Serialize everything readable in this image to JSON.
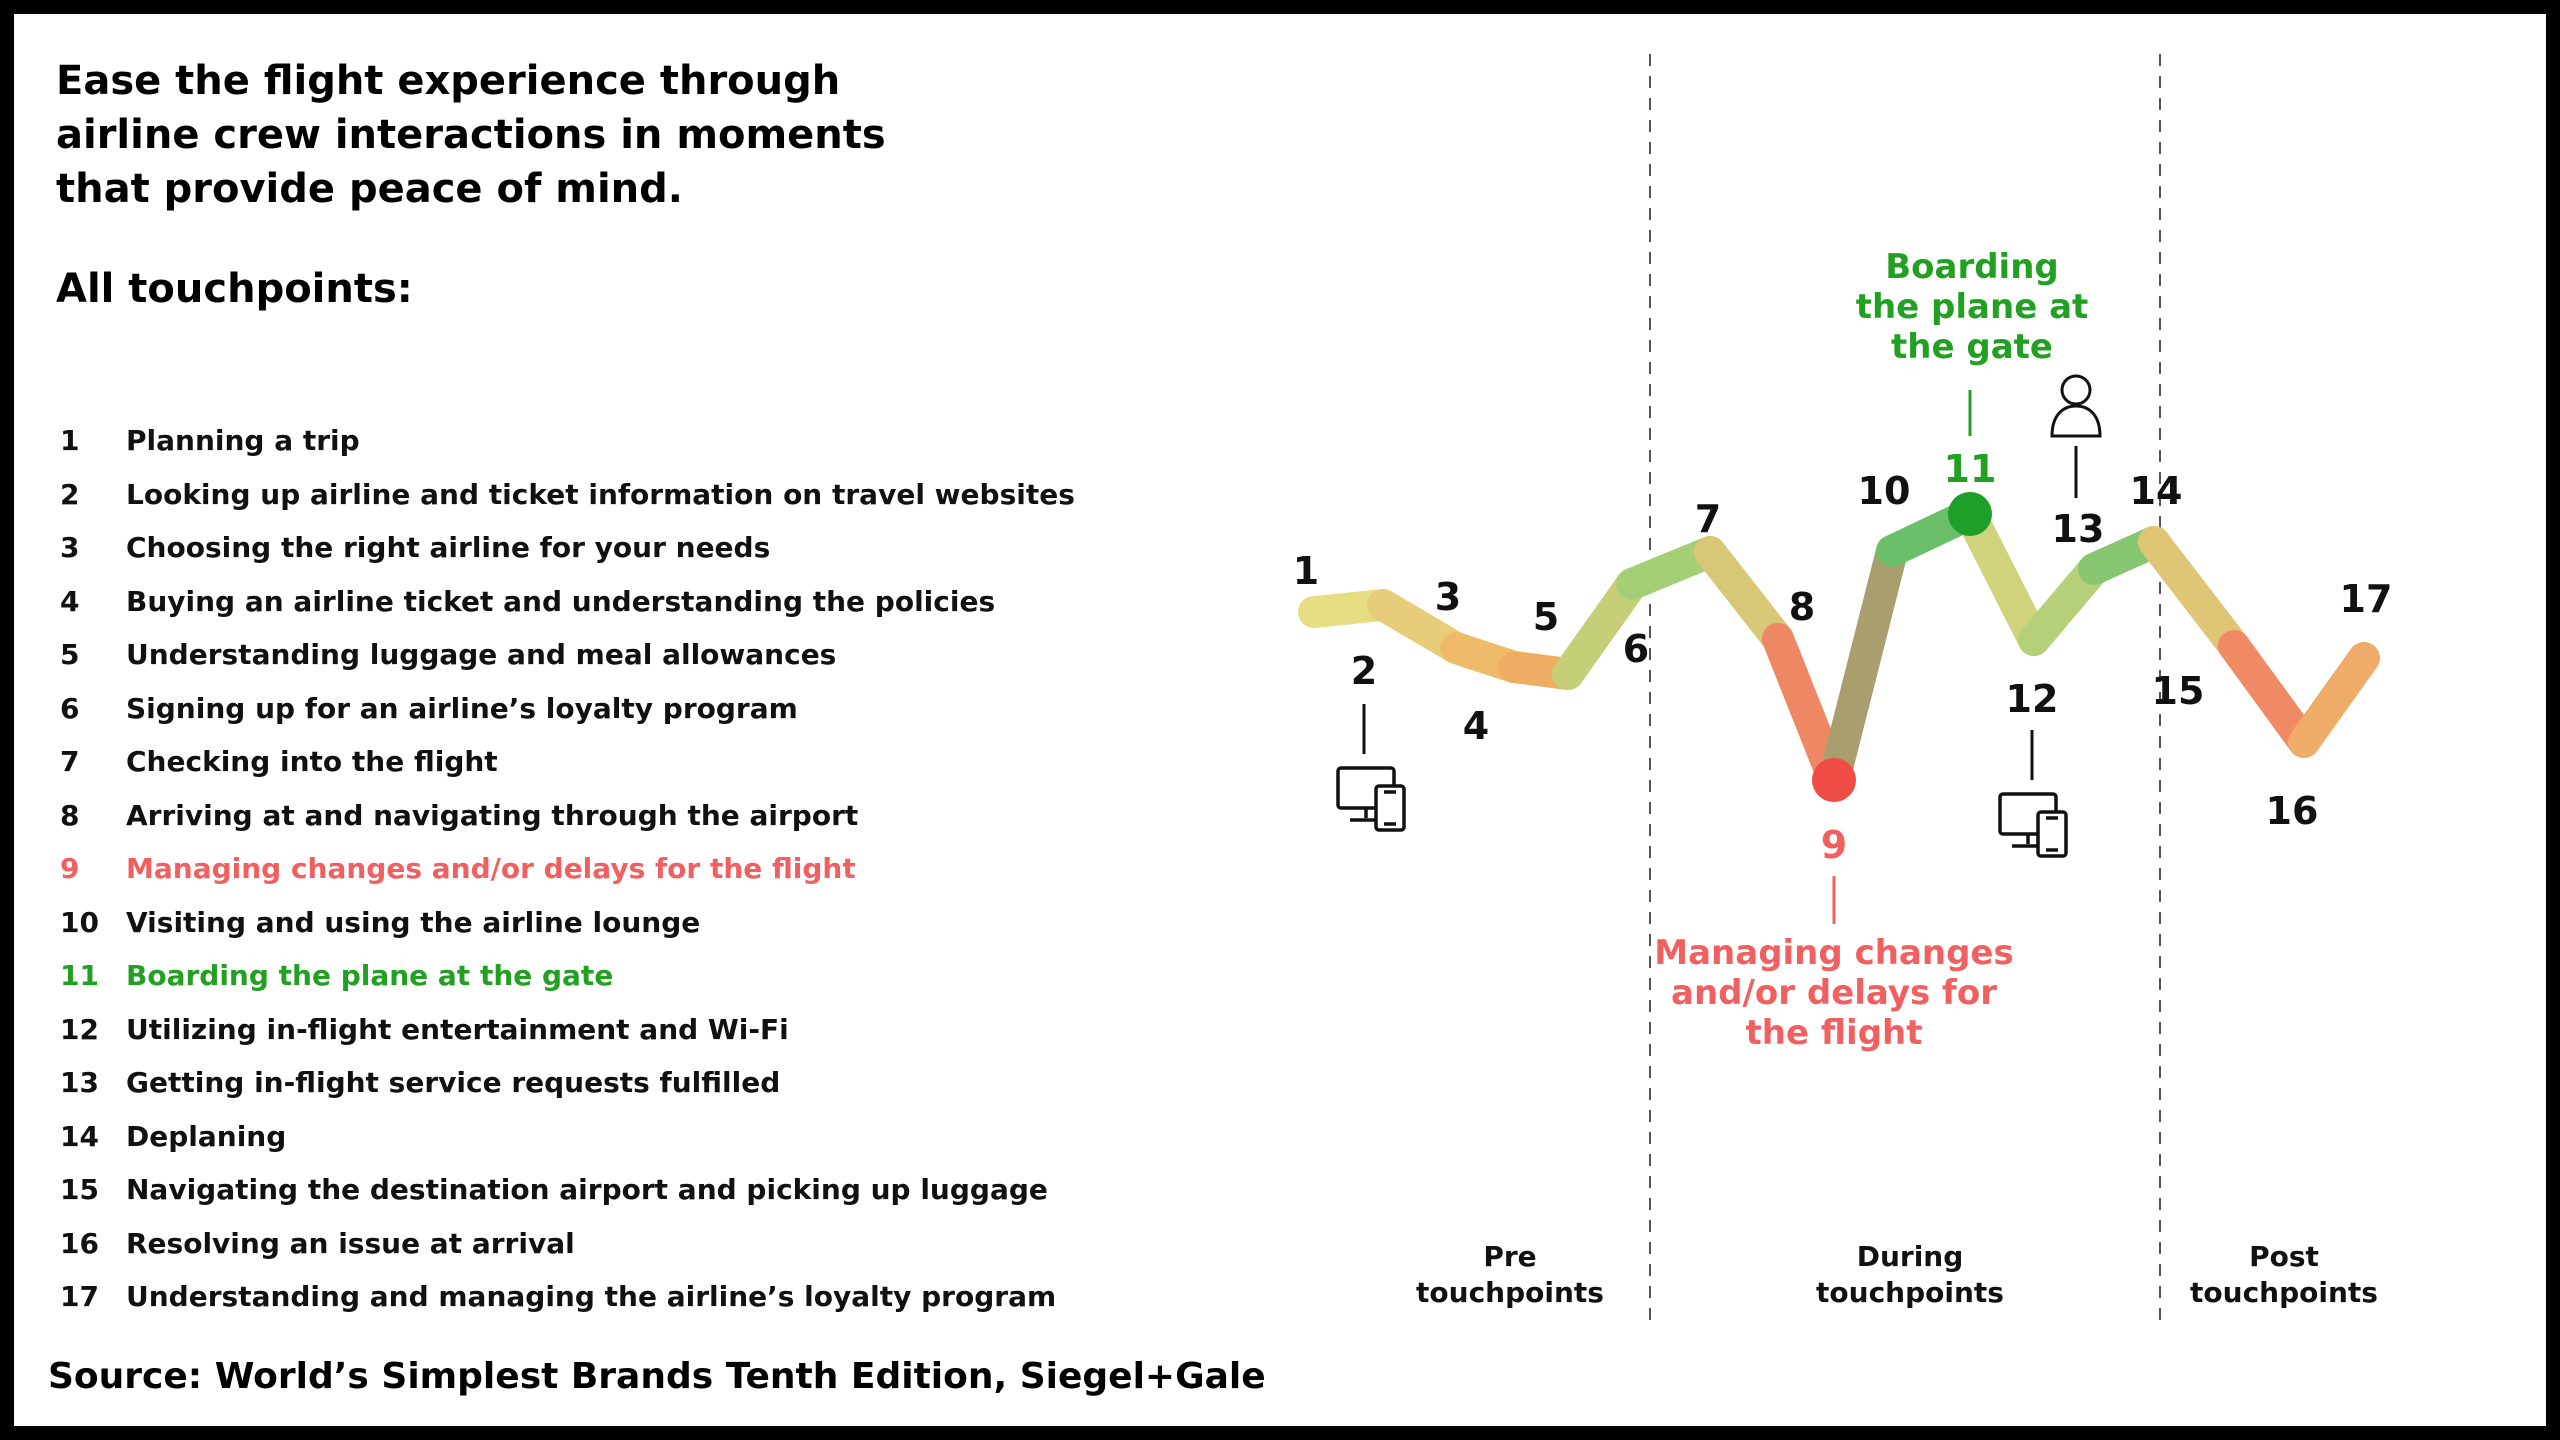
{
  "headline": "Ease the flight experience through airline crew interactions in moments that provide peace of mind.",
  "list_title": "All touchpoints:",
  "touchpoints": [
    {
      "num": "1",
      "label": "Planning a trip",
      "tone": ""
    },
    {
      "num": "2",
      "label": "Looking up airline and ticket information on travel websites",
      "tone": ""
    },
    {
      "num": "3",
      "label": "Choosing the right airline for your needs",
      "tone": ""
    },
    {
      "num": "4",
      "label": "Buying an airline ticket and understanding the policies",
      "tone": ""
    },
    {
      "num": "5",
      "label": "Understanding luggage and meal allowances",
      "tone": ""
    },
    {
      "num": "6",
      "label": "Signing up for an airline’s loyalty program",
      "tone": ""
    },
    {
      "num": "7",
      "label": "Checking into the flight",
      "tone": ""
    },
    {
      "num": "8",
      "label": "Arriving at and navigating through the airport",
      "tone": ""
    },
    {
      "num": "9",
      "label": "Managing changes and/or delays for the flight",
      "tone": "neg"
    },
    {
      "num": "10",
      "label": "Visiting and using the airline lounge",
      "tone": ""
    },
    {
      "num": "11",
      "label": "Boarding the plane at the gate",
      "tone": "pos"
    },
    {
      "num": "12",
      "label": "Utilizing in-flight entertainment and Wi-Fi",
      "tone": ""
    },
    {
      "num": "13",
      "label": "Getting in-flight service requests fulfilled",
      "tone": ""
    },
    {
      "num": "14",
      "label": "Deplaning",
      "tone": ""
    },
    {
      "num": "15",
      "label": "Navigating the destination airport and picking up luggage",
      "tone": ""
    },
    {
      "num": "16",
      "label": "Resolving an issue at arrival",
      "tone": ""
    },
    {
      "num": "17",
      "label": "Understanding and managing the airline’s loyalty program",
      "tone": ""
    }
  ],
  "source": "Source: World’s Simplest Brands Tenth Edition, Siegel+Gale",
  "phases": [
    {
      "line1": "Pre",
      "line2": "touchpoints"
    },
    {
      "line1": "During",
      "line2": "touchpoints"
    },
    {
      "line1": "Post",
      "line2": "touchpoints"
    }
  ],
  "callouts": {
    "positive": {
      "lines": [
        "Boarding",
        "the plane at",
        "the gate"
      ],
      "color": "#22a022"
    },
    "negative": {
      "lines": [
        "Managing changes",
        "and/or delays for",
        "the flight"
      ],
      "color": "#f06060"
    }
  },
  "icons": {
    "devices": "devices-icon",
    "person": "person-icon"
  },
  "colors": {
    "green": "#6cbf6a",
    "yellow": "#e7de84",
    "orange": "#efad63",
    "red": "#ee6b62"
  }
}
